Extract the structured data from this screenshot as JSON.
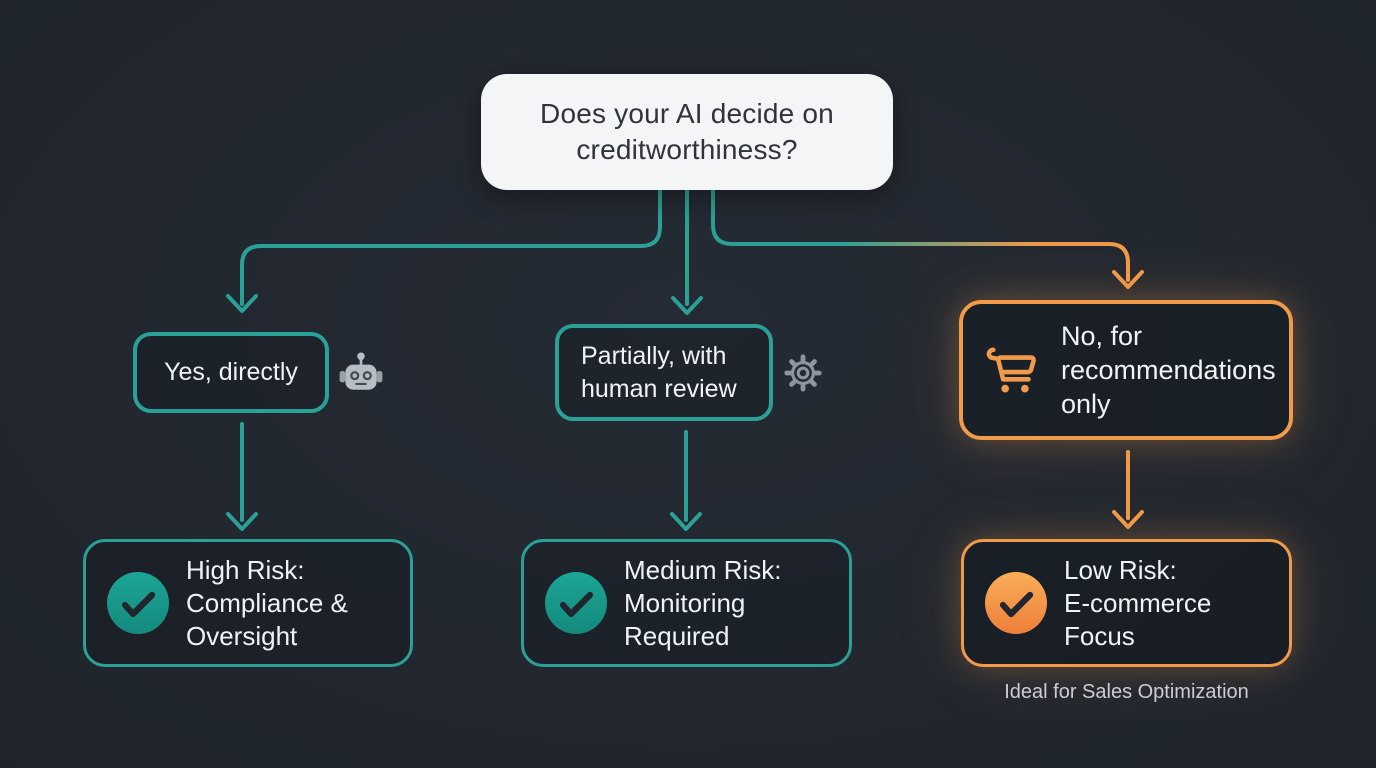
{
  "colors": {
    "background": "#20252d",
    "teal": "#2aa096",
    "teal_fill": "#18998b",
    "orange": "#f09a4a",
    "card": "#f4f5f7",
    "question_text": "#2f343b",
    "node_text": "#f0f3f5",
    "caption_text": "#c9ced4"
  },
  "flowchart": {
    "question": [
      "Does your AI decide on",
      "creditworthiness?"
    ],
    "options": {
      "yes": {
        "label": "Yes, directly",
        "icon": "robot-icon"
      },
      "partial": {
        "label": [
          "Partially, with",
          "human review"
        ],
        "icon": "gear-icon"
      },
      "no": {
        "label": [
          "No, for",
          "recommendations",
          "only"
        ],
        "icon": "shopping-cart-icon"
      }
    },
    "results": {
      "high": {
        "label": [
          "High Risk:",
          "Compliance &",
          "Oversight"
        ],
        "icon": "check-icon"
      },
      "medium": {
        "label": [
          "Medium Risk:",
          "Monitoring",
          "Required"
        ],
        "icon": "check-icon"
      },
      "low": {
        "label": [
          "Low Risk:",
          "E-commerce",
          "Focus"
        ],
        "icon": "check-icon"
      }
    },
    "caption": "Ideal for Sales Optimization"
  }
}
